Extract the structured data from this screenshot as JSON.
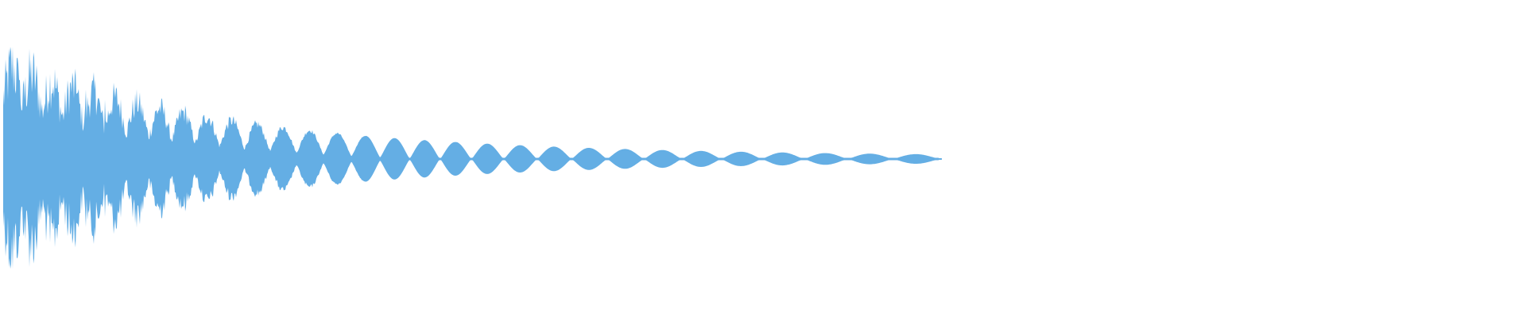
{
  "waveform": {
    "color": "#64aee4",
    "background": "#ffffff",
    "played_fraction": 0.0,
    "duration_fraction_of_width": 0.615,
    "decay": "exponential"
  }
}
